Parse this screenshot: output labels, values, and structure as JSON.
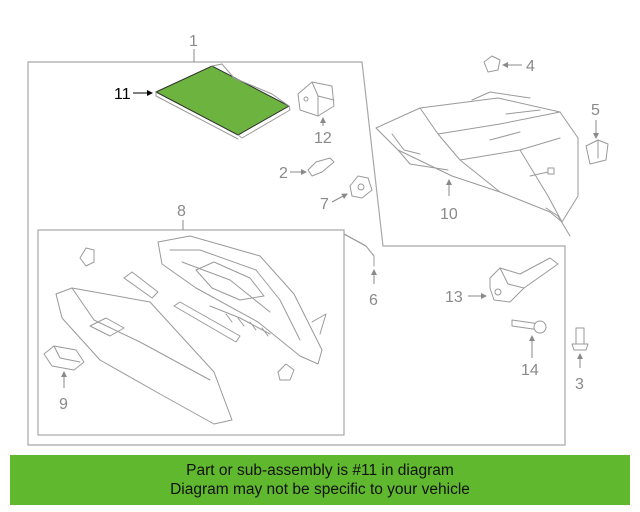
{
  "colors": {
    "highlight": "#6cb33f",
    "banner_bg": "#5fb82e",
    "line_gray": "#9a9a9a",
    "callout_gray": "#8a8a8a"
  },
  "callouts": {
    "c1": "1",
    "c2": "2",
    "c3": "3",
    "c4": "4",
    "c5": "5",
    "c6": "6",
    "c7": "7",
    "c8": "8",
    "c9": "9",
    "c10": "10",
    "c11": "11",
    "c12": "12",
    "c13": "13",
    "c14": "14"
  },
  "highlighted_part": "11",
  "banner": {
    "line1": "Part or sub-assembly is #11 in diagram",
    "line2": "Diagram may not be specific to your vehicle"
  }
}
